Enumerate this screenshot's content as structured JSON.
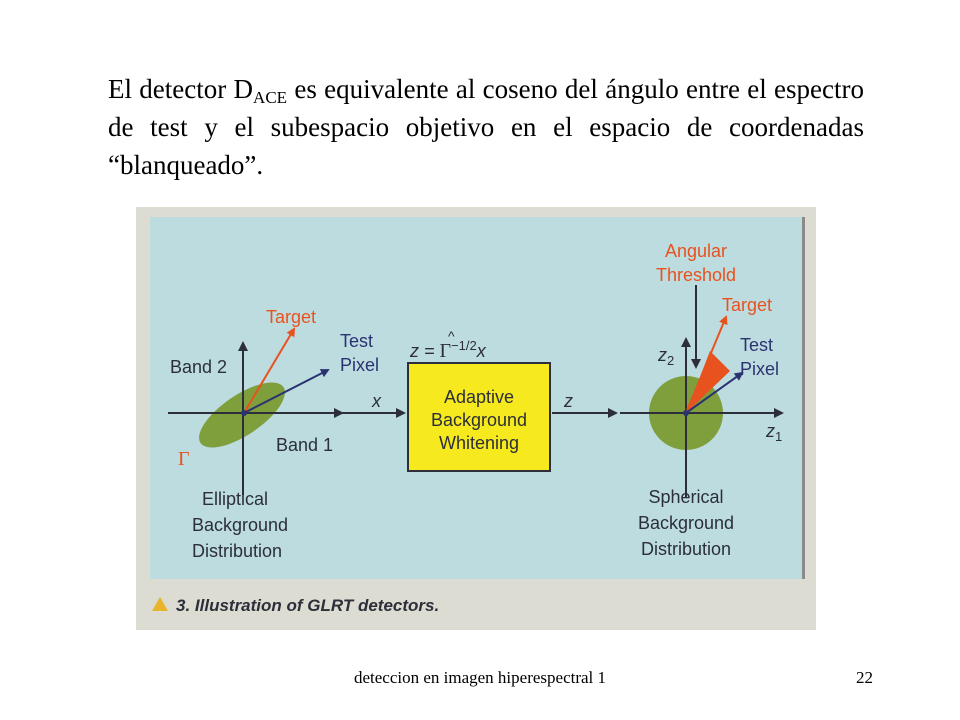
{
  "slide": {
    "text_before": "El detector D",
    "subscript": "ACE",
    "text_after": " es equivalente  al coseno del ángulo entre el espectro de test y el subespacio objetivo en el espacio de coordenadas “blanqueado”."
  },
  "figure": {
    "caption": "3. Illustration of GLRT detectors.",
    "left_panel": {
      "target_label": "Target",
      "test_pixel_label_1": "Test",
      "test_pixel_label_2": "Pixel",
      "band2_label": "Band 2",
      "band1_label": "Band 1",
      "gamma_label": "Γ",
      "dist_line1": "Elliptical",
      "dist_line2": "Background",
      "dist_line3": "Distribution"
    },
    "center_box": {
      "equation_lhs": "z = ",
      "equation_gamma": "Γ",
      "equation_exp": "−1/2",
      "equation_rhs": "x",
      "line1": "Adaptive",
      "line2": "Background",
      "line3": "Whitening",
      "input_label": "x",
      "output_label": "z"
    },
    "right_panel": {
      "angular_line1": "Angular",
      "angular_line2": "Threshold",
      "target_label": "Target",
      "z2_label": "z",
      "z2_sub": "2",
      "z1_label": "z",
      "z1_sub": "1",
      "test_pixel_label_1": "Test",
      "test_pixel_label_2": "Pixel",
      "dist_line1": "Spherical",
      "dist_line2": "Background",
      "dist_line3": "Distribution"
    },
    "colors": {
      "panel_bg": "#bcdce0",
      "ellipse_green": "#7f9e3c",
      "box_yellow": "#f6ea1e",
      "orange": "#e8521f",
      "arrow_navy": "#2a3370",
      "label_dark": "#2c2f3a",
      "caption_triangle": "#e8b42a"
    }
  },
  "footer": {
    "title": "deteccion en imagen hiperespectral 1",
    "page": "22"
  }
}
